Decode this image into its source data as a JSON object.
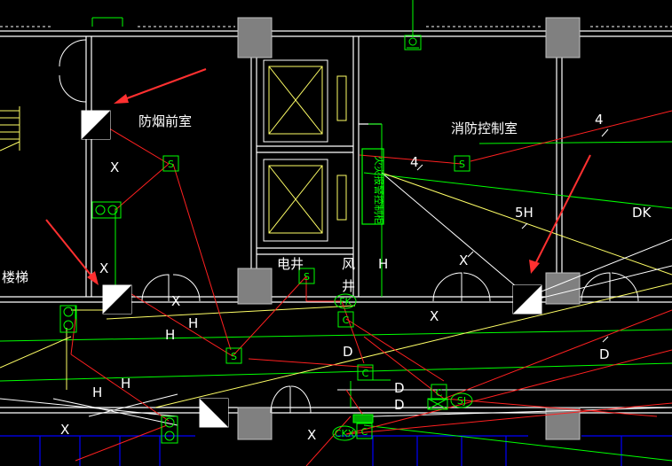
{
  "labels": {
    "smoke_room": "防烟前室",
    "fire_control_room": "消防控制室",
    "stairs": "楼梯",
    "elec_shaft": "电井",
    "wind_shaft_1": "风",
    "wind_shaft_2": "井",
    "panel_text": "火灾报警控制柜",
    "num_4a": "4",
    "num_4b": "4",
    "sh": "5H",
    "dk": "DK",
    "h1": "H",
    "h2": "H",
    "h3": "H",
    "h4": "H",
    "h5": "H",
    "x1": "X",
    "x2": "X",
    "x3": "X",
    "x4": "X",
    "x5": "X",
    "x6": "X",
    "x7": "X",
    "d1": "D",
    "d2": "D",
    "d3": "D",
    "d4": "D"
  },
  "devices": {
    "s": "S",
    "c": "C",
    "fk": "FK",
    "sj": "SJ",
    "ckx": "CKX"
  },
  "colors": {
    "background": "#000000",
    "wall": "#ffffff",
    "column": "#808080",
    "wire_red": "#ff2020",
    "wire_yellow": "#ffff66",
    "wire_green": "#00ff00",
    "wire_blue": "#0000ff",
    "arrow": "#ff3030"
  }
}
